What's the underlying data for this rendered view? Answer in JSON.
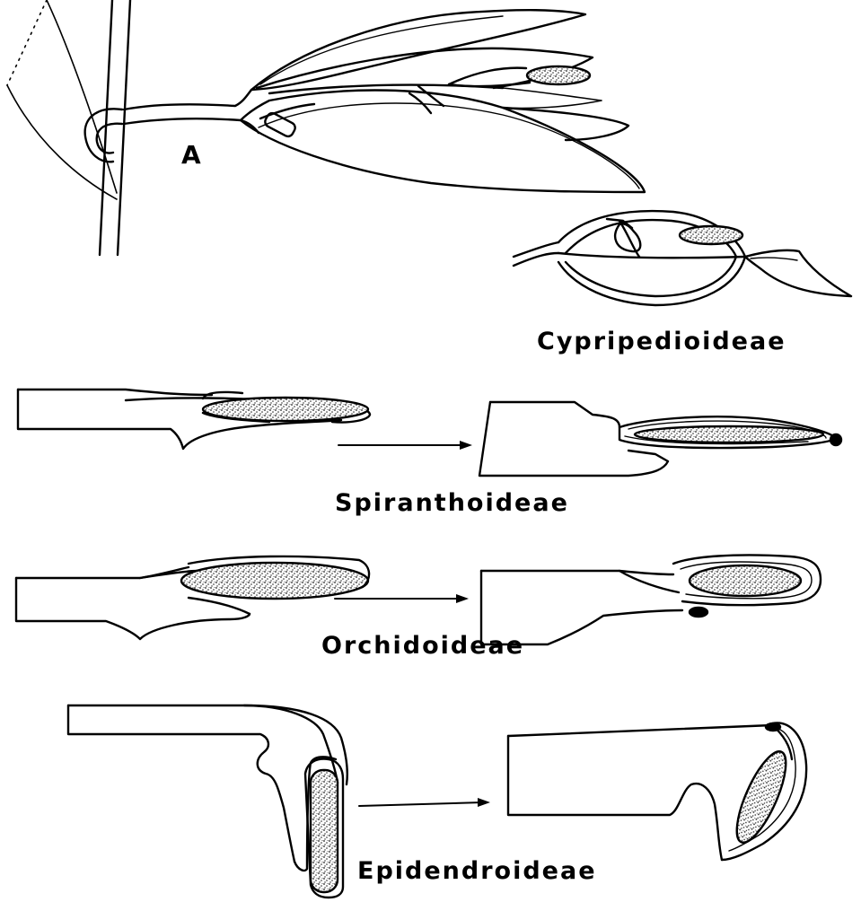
{
  "figure": {
    "panel_label": "A",
    "subfamilies": [
      {
        "key": "cyp",
        "label": "Cypripedioideae"
      },
      {
        "key": "spi",
        "label": "Spiranthoideae"
      },
      {
        "key": "orc",
        "label": "Orchidoideae"
      },
      {
        "key": "epi",
        "label": "Epidendroideae"
      }
    ]
  },
  "colors": {
    "ink": "#000000",
    "paper": "#ffffff",
    "stipple": "#2a2a2a"
  }
}
